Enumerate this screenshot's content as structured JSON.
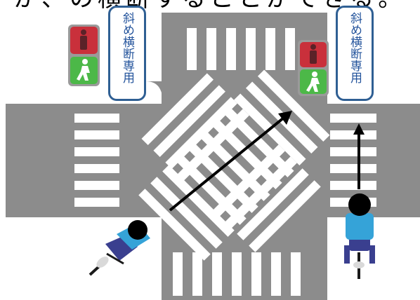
{
  "headline": "が、の横断することができる。",
  "signs": {
    "left": "斜め横断専用",
    "right": "斜め横断専用"
  },
  "colors": {
    "road": "#8c8c8c",
    "crosswalk": "#ffffff",
    "sign_border": "#2f5f93",
    "sign_text": "#24549c",
    "signal_red": "#c9303b",
    "signal_green": "#4cb848",
    "cyclist_shirt": "#35a3d8",
    "cyclist_pants": "#3a3f8f"
  },
  "icons": [
    "pedestrian-signal-icon",
    "cyclist-icon",
    "arrow-icon"
  ]
}
